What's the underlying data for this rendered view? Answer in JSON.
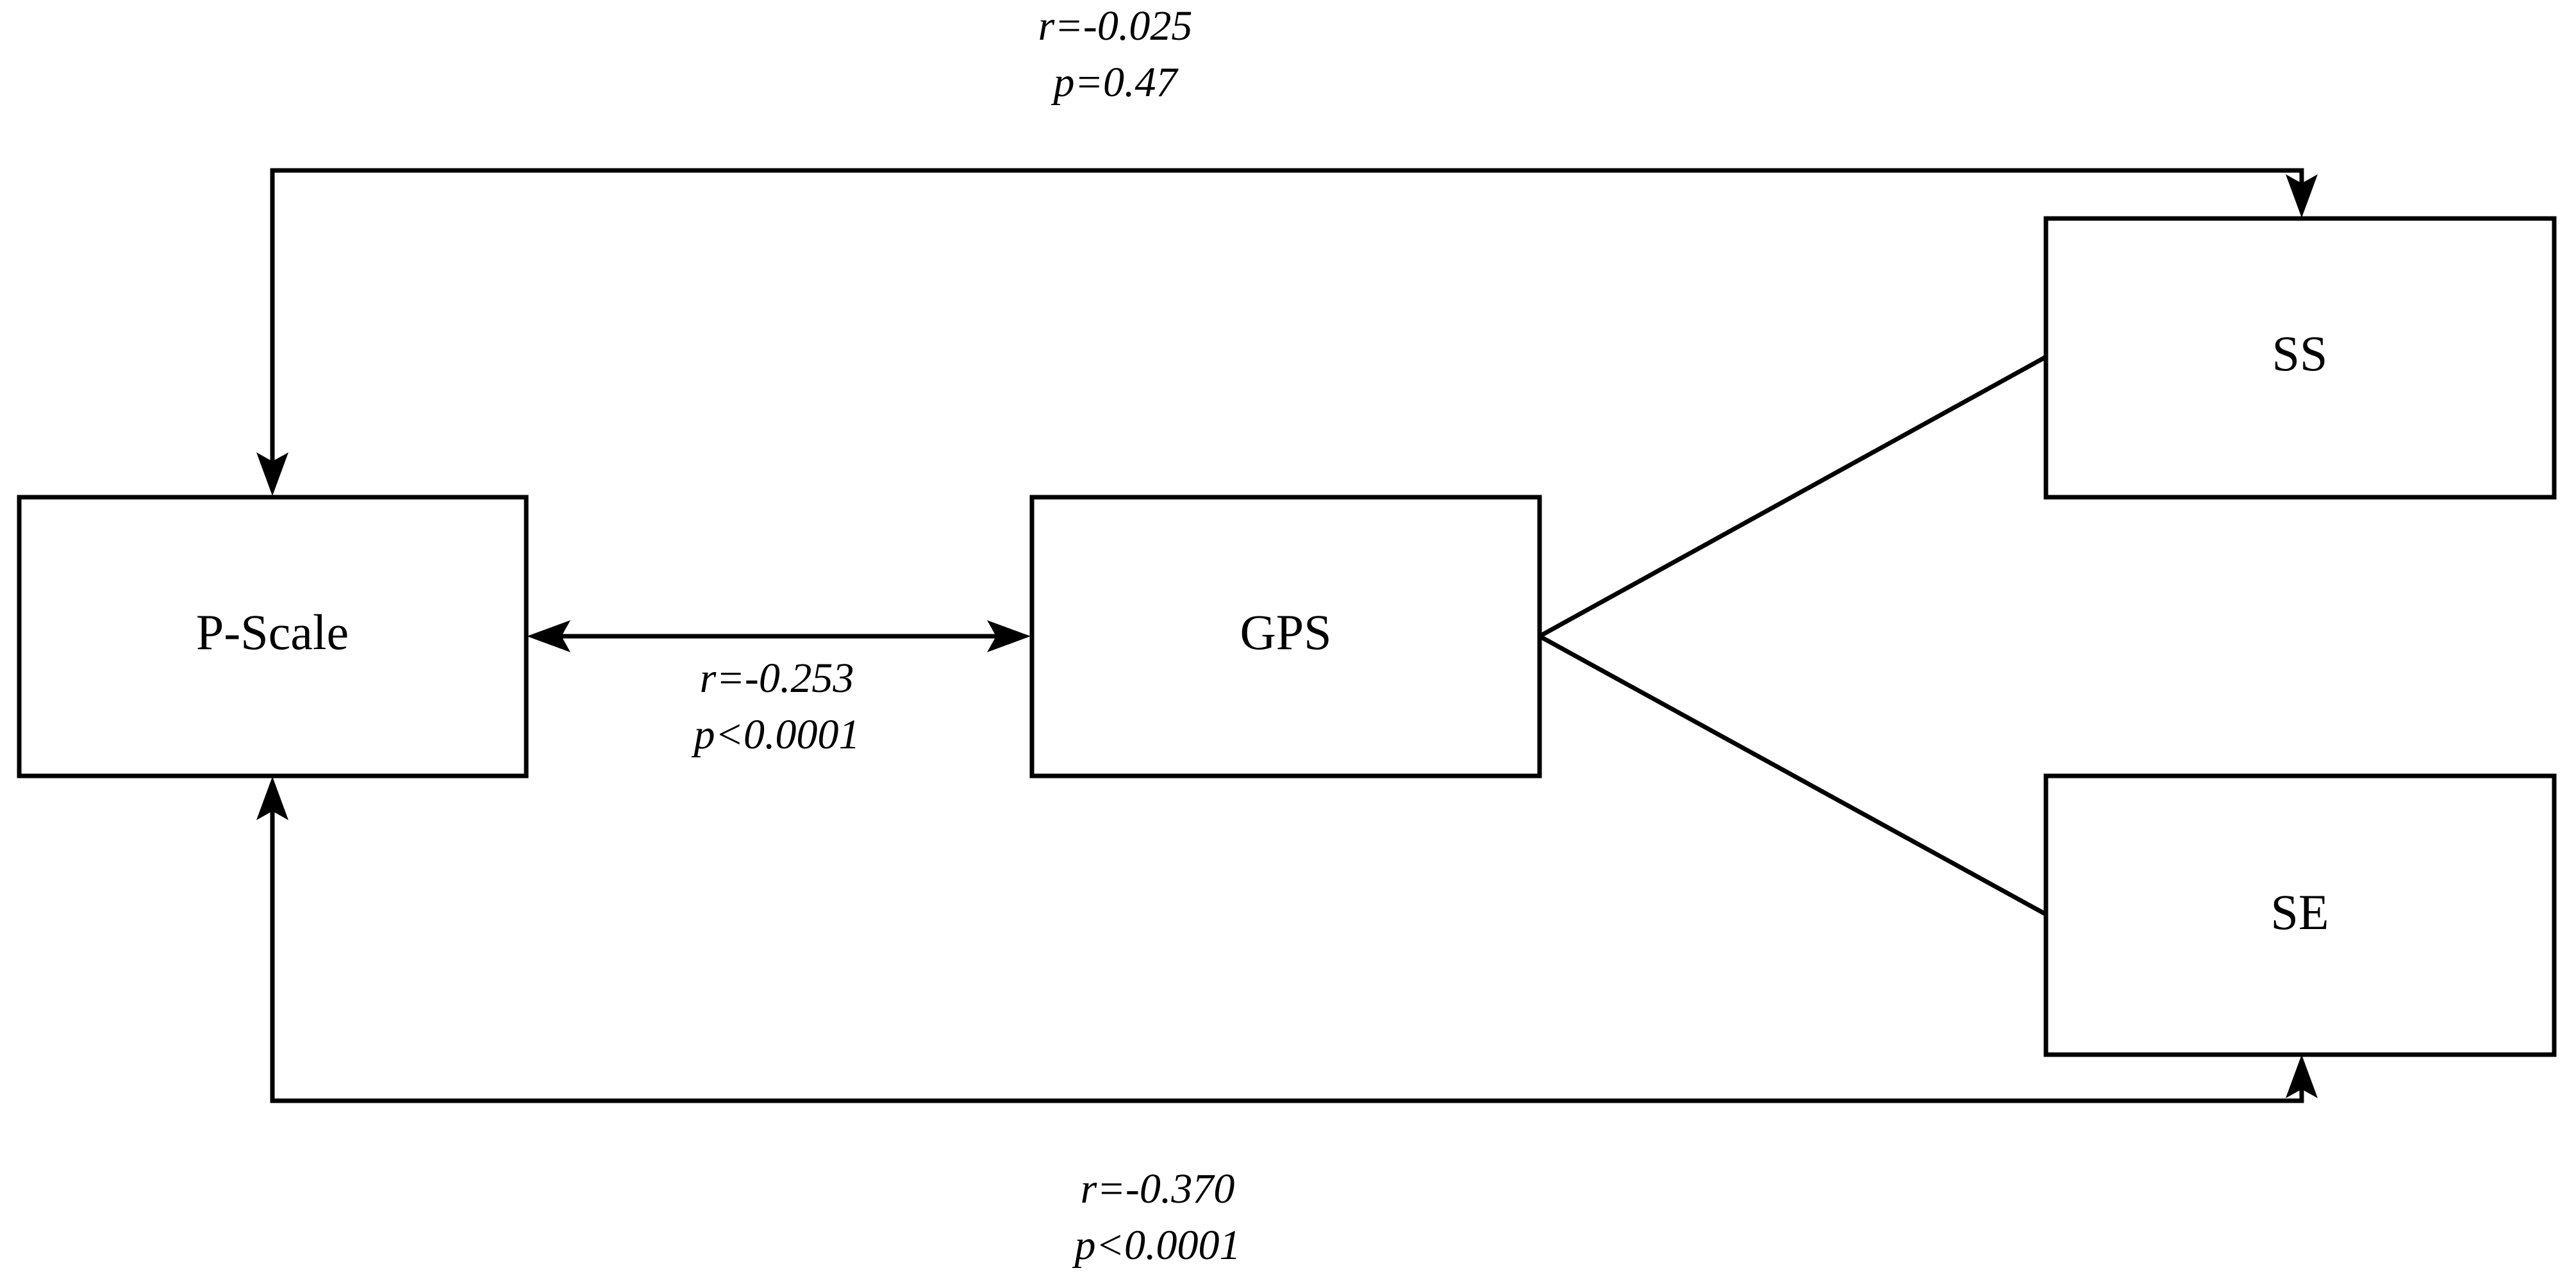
{
  "nodes": {
    "p_scale": "P-Scale",
    "gps": "GPS",
    "ss": "SS",
    "se": "SE"
  },
  "edges": {
    "pscale_ss": {
      "r": "r=-0.025",
      "p": "p=0.47"
    },
    "pscale_gps": {
      "r": "r=-0.253",
      "p": "p<0.0001"
    },
    "pscale_se": {
      "r": "r=-0.370",
      "p": "p<0.0001"
    }
  }
}
